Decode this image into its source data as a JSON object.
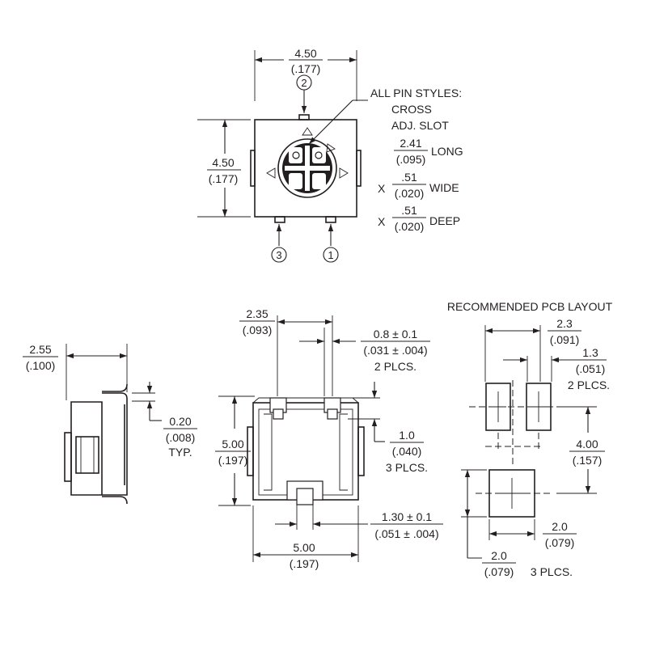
{
  "top_view": {
    "width_mm": "4.50",
    "width_in": "(.177)",
    "height_mm": "4.50",
    "height_in": "(.177)",
    "pin2": "2",
    "pin3": "3",
    "pin1": "1",
    "note_line1": "ALL PIN STYLES:",
    "note_line2": "CROSS",
    "note_line3": "ADJ. SLOT",
    "long_mm": "2.41",
    "long_in": "(.095)",
    "long_label": "LONG",
    "x_symbol_1": "X",
    "wide_mm": ".51",
    "wide_in": "(.020)",
    "wide_label": "WIDE",
    "x_symbol_2": "X",
    "deep_mm": ".51",
    "deep_in": "(.020)",
    "deep_label": "DEEP"
  },
  "side_view": {
    "depth_mm": "2.55",
    "depth_in": "(.100)",
    "terminal_mm": "0.20",
    "terminal_in": "(.008)",
    "terminal_note": "TYP."
  },
  "front_view": {
    "pin_spacing_mm": "2.35",
    "pin_spacing_in": "(.093)",
    "pin_width_mm": "0.8 ± 0.1",
    "pin_width_in": "(.031 ± .004)",
    "pin_width_note": "2 PLCS.",
    "height_mm": "5.00",
    "height_in": "(.197)",
    "pad_len_mm": "1.0",
    "pad_len_in": "(.040)",
    "pad_len_note": "3 PLCS.",
    "center_pin_mm": "1.30 ± 0.1",
    "center_pin_in": "(.051 ± .004)",
    "width_mm": "5.00",
    "width_in": "(.197)"
  },
  "pcb_layout": {
    "title": "RECOMMENDED PCB LAYOUT",
    "pitch_mm": "2.3",
    "pitch_in": "(.091)",
    "pad_width_mm": "1.3",
    "pad_width_in": "(.051)",
    "pad_width_note": "2 PLCS.",
    "row_gap_mm": "4.00",
    "row_gap_in": "(.157)",
    "pad_size_mm": "2.0",
    "pad_size_in": "(.079)",
    "pad_height_mm": "2.0",
    "pad_height_in": "(.079)",
    "pad_height_note": "3 PLCS."
  },
  "colors": {
    "ink": "#231f20",
    "paper": "#ffffff"
  }
}
